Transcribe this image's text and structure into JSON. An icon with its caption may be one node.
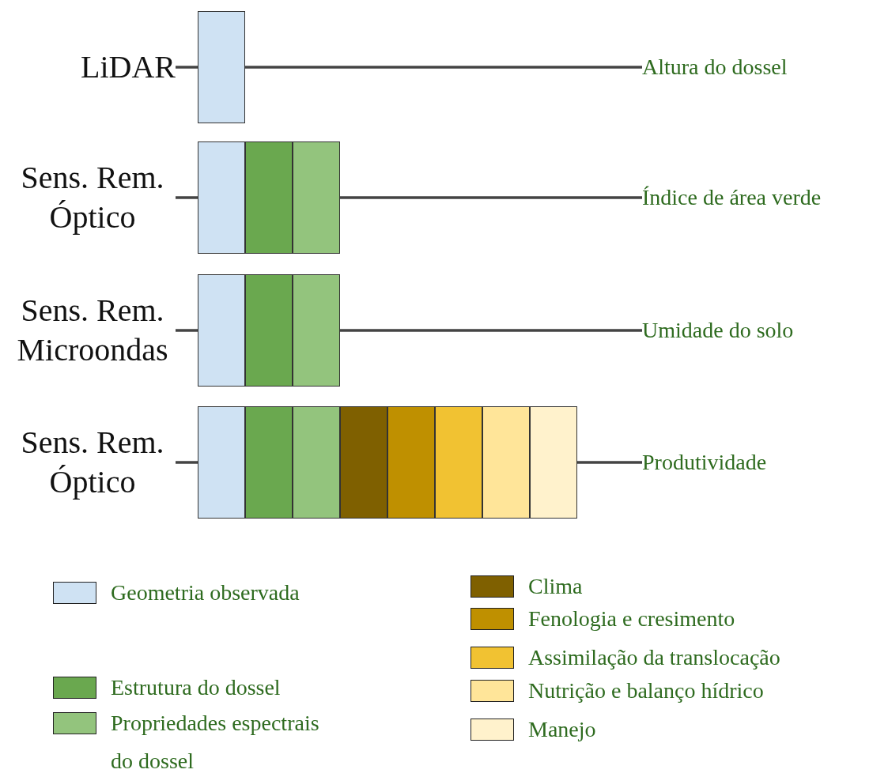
{
  "diagram": {
    "nodes": [
      {
        "text": [
          "LiDAR"
        ]
      },
      {
        "text": [],
        "shape": "box"
      },
      {
        "text": [
          "Altura do dossel"
        ]
      },
      {
        "text": [
          "Sens. Rem. Óptico"
        ]
      },
      {
        "text": [],
        "shape": "box"
      },
      {
        "text": [],
        "shape": "box"
      },
      {
        "text": [],
        "shape": "box"
      },
      {
        "text": [
          "Índice de área verde"
        ]
      },
      {
        "text": [
          "Sens. Rem. Microondas"
        ]
      },
      {
        "text": [],
        "shape": "box"
      },
      {
        "text": [],
        "shape": "box"
      },
      {
        "text": [],
        "shape": "box"
      },
      {
        "text": [
          "Umidade do solo"
        ]
      },
      {
        "text": [
          "Sens. Rem. Óptico"
        ]
      },
      {
        "text": [],
        "shape": "box"
      },
      {
        "text": [],
        "shape": "box"
      },
      {
        "text": [],
        "shape": "box"
      },
      {
        "text": [],
        "shape": "box"
      },
      {
        "text": [],
        "shape": "box"
      },
      {
        "text": [],
        "shape": "box"
      },
      {
        "text": [],
        "shape": "box"
      },
      {
        "text": [],
        "shape": "box"
      },
      {
        "text": [
          "Produtividade"
        ]
      }
    ],
    "edges": [
      {
        "from": 0,
        "to": 1,
        "arrow": "none"
      },
      {
        "from": 1,
        "to": 2,
        "arrow": "none"
      },
      {
        "from": 3,
        "to": 4,
        "arrow": "none"
      },
      {
        "from": 6,
        "to": 7,
        "arrow": "none"
      },
      {
        "from": 8,
        "to": 9,
        "arrow": "none"
      },
      {
        "from": 11,
        "to": 12,
        "arrow": "none"
      },
      {
        "from": 13,
        "to": 14,
        "arrow": "none"
      },
      {
        "from": 21,
        "to": 22,
        "arrow": "none"
      }
    ],
    "legend": [
      {
        "text": "Geometria observada",
        "color": "#cfe2f3"
      },
      {
        "text": "Estrutura do dossel",
        "color": "#6aa84f"
      },
      {
        "text": "Propriedades espectrais do dossel",
        "color": "#93c47d"
      },
      {
        "text": "Clima",
        "color": "#7f6000"
      },
      {
        "text": "Fenologia e cresimento",
        "color": "#bf9000"
      },
      {
        "text": "Assimilação da translocação",
        "color": "#f1c232"
      },
      {
        "text": "Nutrição e balanço hídrico",
        "color": "#ffe599"
      },
      {
        "text": "Manejo",
        "color": "#fff2cc"
      }
    ]
  }
}
